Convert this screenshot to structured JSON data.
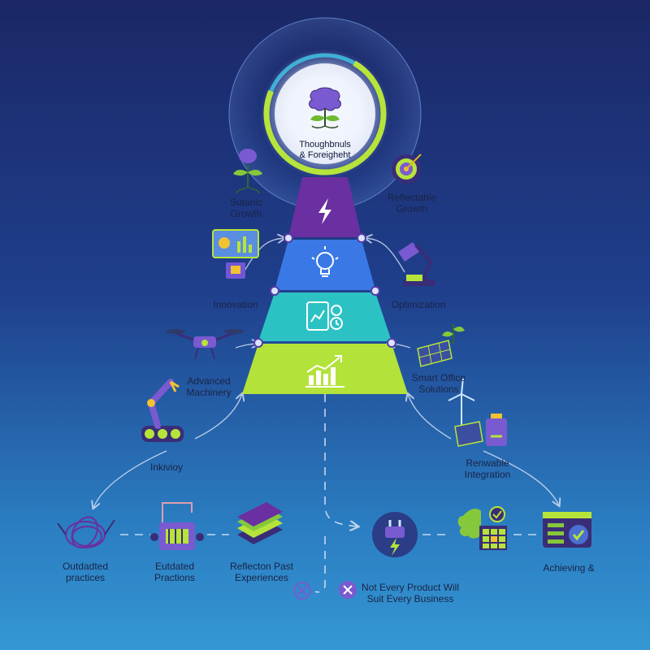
{
  "colors": {
    "purple": "#6a2fa0",
    "violet": "#7156d6",
    "blue": "#3a78e6",
    "teal": "#2cc2c4",
    "lime": "#b3e23a",
    "ring_lime": "#b7e43b",
    "ring_cyan": "#42c9e8"
  },
  "top": {
    "title": "Thoughbnuls\n& Foreigheht",
    "icon": "brain-sprout-icon"
  },
  "pyramid": {
    "tiers": [
      {
        "icon": "lightning-icon"
      },
      {
        "icon": "lightbulb-icon"
      },
      {
        "icon": "tablet-gear-icon"
      },
      {
        "icon": "bar-chart-arrow-icon"
      }
    ]
  },
  "left": {
    "sutanic_growth": "Sutanic\nGrowth",
    "innovation": "Innovation",
    "advanced_machinery": "Advanced\nMachinery",
    "inkivioy": "Inkivioy"
  },
  "right": {
    "reflectable_growth": "Reflectable\nGrowth",
    "optimization": "Optimization",
    "smart_office": "Smart Office\nSolutions",
    "renewable": "Renwable\nIntegration"
  },
  "bottom": {
    "outdated_practices": "Outdadted\npractices",
    "outdated_practions": "Eutdated\nPractions",
    "reflection": "Reflecton Past\nExperiences",
    "not_every_product": "Not Every Product Will\nSuit Every Business",
    "achieving": "Achieving &"
  }
}
